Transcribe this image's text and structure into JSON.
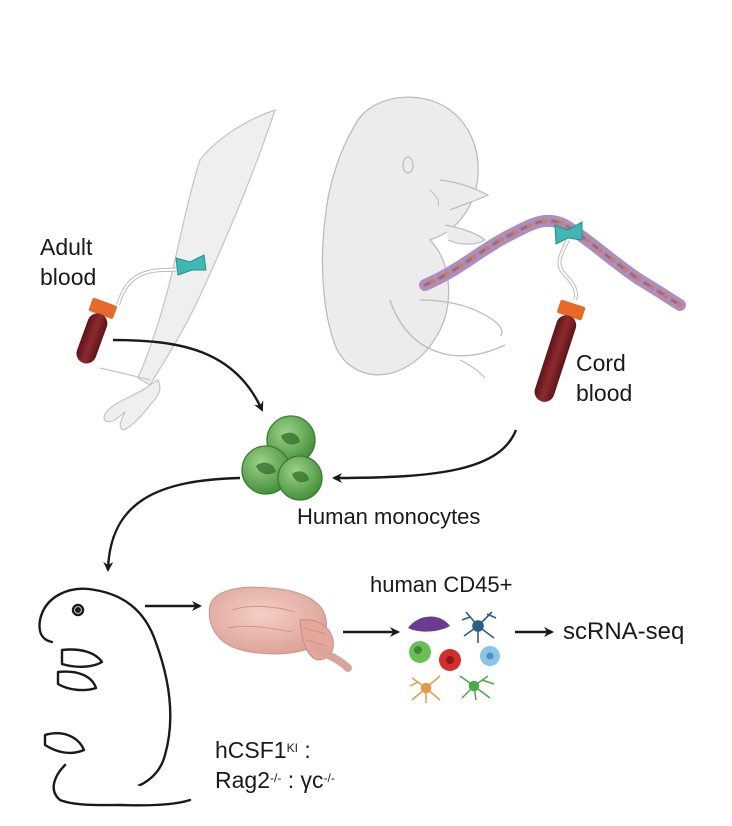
{
  "labels": {
    "adult_line1": "Adult",
    "adult_line2": "blood",
    "cord_line1": "Cord",
    "cord_line2": "blood",
    "monocytes": "Human monocytes",
    "cd45": "human CD45+",
    "scrna": "scRNA-seq",
    "genotype_l1_a": "hCSF1",
    "genotype_l1_sup": "KI",
    "genotype_l1_b": " :",
    "genotype_l2_a": "Rag2",
    "genotype_l2_sup1": "-/-",
    "genotype_l2_b": " : γc",
    "genotype_l2_sup2": "-/-"
  },
  "colors": {
    "skin": "#ececec",
    "skin_stroke": "#bdbdbd",
    "blood": "#7a1f24",
    "tube_cap": "#e86a2a",
    "needle_teal": "#3fb8b4",
    "monocyte": "#5aa84a",
    "brain": "#e8b3a9",
    "arrow": "#1a1a1a"
  },
  "icons": [
    "arm-illustration",
    "fetus-illustration",
    "umbilical-cord-illustration",
    "blood-tube-icon",
    "monocyte-cluster-icon",
    "mouse-pup-illustration",
    "brain-icon",
    "immune-cell-icons"
  ]
}
